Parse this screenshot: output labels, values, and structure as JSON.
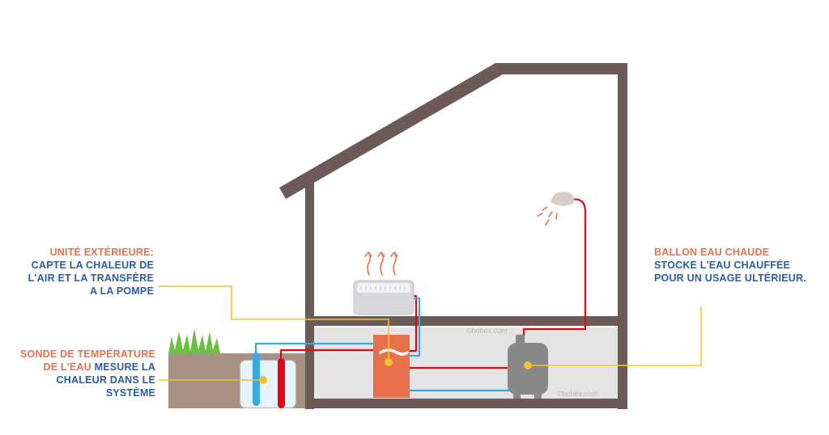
{
  "labels": {
    "outdoor_unit": {
      "title": "UNITÉ EXTÉRIEURE:",
      "lines": [
        "CAPTE LA CHALEUR DE",
        "L'AIR ET LA TRANSFÈRE",
        "A LA POMPE"
      ]
    },
    "water_probe": {
      "title_line1": "SONDE DE TEMPÉRATURE",
      "title_line2": "DE L'EAU",
      "line2_rest": " MESURE LA",
      "lines": [
        "CHALEUR DANS LE",
        "SYSTÈME"
      ]
    },
    "hot_water_tank": {
      "title": "BALLON EAU CHAUDE",
      "lines": [
        "STOCKE L'EAU CHAUFFÉE",
        "POUR UN USAGE ULTÉRIEUR."
      ]
    }
  },
  "watermarks": [
    "©bobex.com",
    "©bobex.com"
  ],
  "colors": {
    "orange_text": "#e8704a",
    "blue_text": "#2a5ea3",
    "house_outline": "#6b5a55",
    "basement_fill": "#e4e4e4",
    "hot_pipe": "#e30613",
    "cold_pipe": "#36a9e1",
    "leader_line": "#f5c12e",
    "heat_pump": "#e8704a"
  }
}
